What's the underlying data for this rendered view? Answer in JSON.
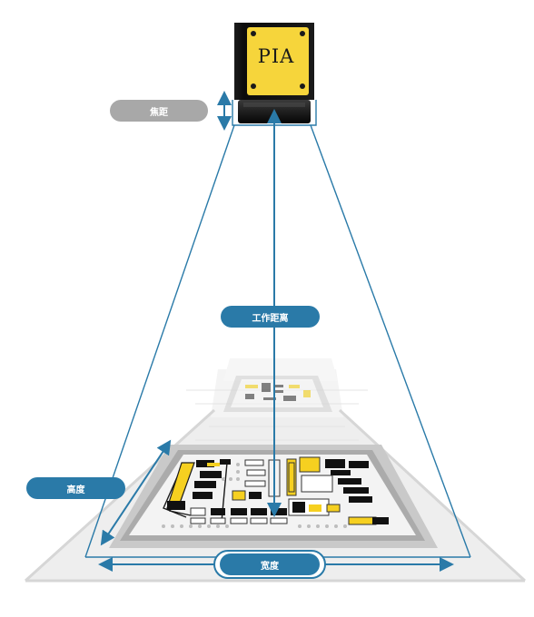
{
  "camera": {
    "label": "PIA"
  },
  "labels": {
    "focal_length": "焦距",
    "working_distance": "工作距离",
    "height": "高度",
    "width": "宽度"
  },
  "colors": {
    "accent": "#2a7aa8",
    "camera_body": "#f6d53b",
    "camera_dark": "#141414",
    "label_gray": "#a8a8a8"
  }
}
